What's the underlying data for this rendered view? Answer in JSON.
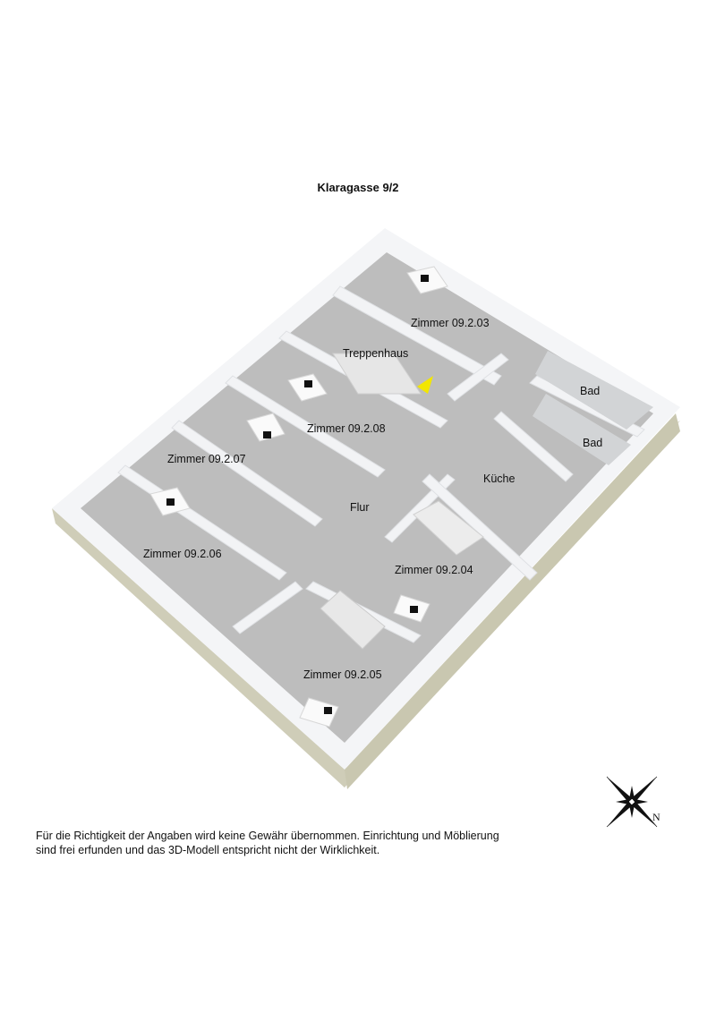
{
  "header": {
    "title": "Klaragasse 9/2"
  },
  "rooms": [
    {
      "id": "zimmer-09-2-03",
      "label": "Zimmer 09.2.03"
    },
    {
      "id": "treppenhaus",
      "label": "Treppenhaus"
    },
    {
      "id": "bad-1",
      "label": "Bad"
    },
    {
      "id": "bad-2",
      "label": "Bad"
    },
    {
      "id": "zimmer-09-2-08",
      "label": "Zimmer 09.2.08"
    },
    {
      "id": "zimmer-09-2-07",
      "label": "Zimmer 09.2.07"
    },
    {
      "id": "kueche",
      "label": "Küche"
    },
    {
      "id": "flur",
      "label": "Flur"
    },
    {
      "id": "zimmer-09-2-06",
      "label": "Zimmer 09.2.06"
    },
    {
      "id": "zimmer-09-2-04",
      "label": "Zimmer 09.2.04"
    },
    {
      "id": "zimmer-09-2-05",
      "label": "Zimmer 09.2.05"
    }
  ],
  "compass": {
    "icon": "compass-rose-icon",
    "north_label": "N"
  },
  "entrance_marker": {
    "icon": "entrance-arrow-icon",
    "color": "#f2e600"
  },
  "colors": {
    "floor": "#b9b9b9",
    "wall": "#f3f4f6",
    "base": "#cfcdb8"
  },
  "footer": {
    "disclaimer_line1": "Für die Richtigkeit der Angaben wird keine Gewähr übernommen. Einrichtung und Möblierung",
    "disclaimer_line2": "sind frei erfunden und das 3D-Modell entspricht nicht der Wirklichkeit."
  }
}
